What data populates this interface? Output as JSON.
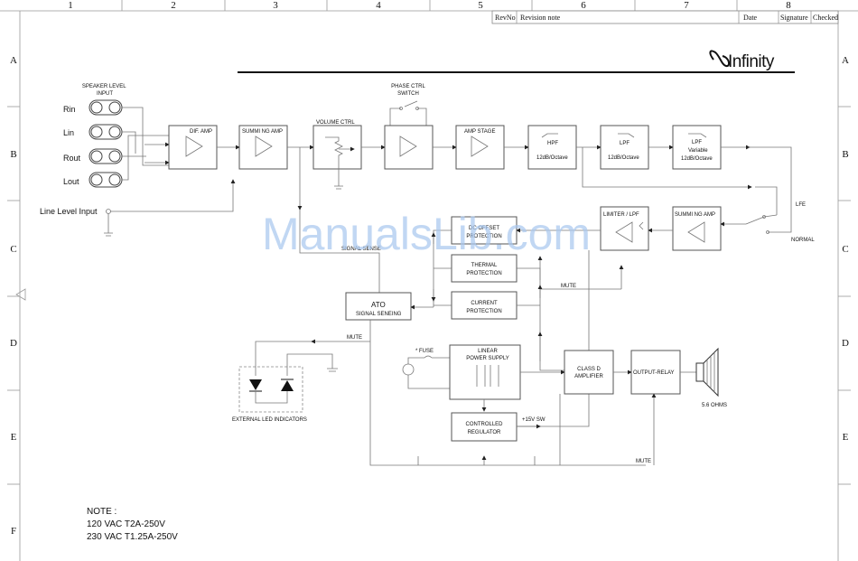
{
  "frame": {
    "col_markers": [
      "1",
      "2",
      "3",
      "4",
      "5",
      "6",
      "7",
      "8"
    ],
    "row_markers": [
      "A",
      "B",
      "C",
      "D",
      "E",
      "F"
    ]
  },
  "title_block": {
    "rev_no": "RevNo",
    "revision_note": "Revision note",
    "date": "Date",
    "signature": "Signature",
    "checked": "Checked"
  },
  "brand": "Infinity",
  "watermark": "ManualsLib.com",
  "inputs": {
    "speaker_level_title": "SPEAKER LEVEL\nINPUT",
    "rin": "Rin",
    "lin": "Lin",
    "rout": "Rout",
    "lout": "Lout",
    "line_level": "Line Level Input"
  },
  "blocks": {
    "dif_amp": "DIF. AMP",
    "summing_amp_1": "SUMMI NG AMP",
    "volume_ctrl": "VOLUME CTRL",
    "phase_ctrl": "PHASE CTRL\nSWITCH",
    "amp_stage": "AMP   STAGE",
    "hpf": "HPF",
    "hpf_slope": "12dB/Octave",
    "lpf": "LPF",
    "lpf_slope": "12dB/Octave",
    "lpf_var_title": "LPF",
    "lpf_var_sub": "Variable",
    "lpf_var_slope": "12dB/Octave",
    "limiter_lpf": "LIMITER  /  LPF",
    "summing_amp_2": "SUMMI NG AMP",
    "lfe": "LFE",
    "normal": "NORMAL",
    "dc_offset": "DC OFFSET\nPROTECTION",
    "thermal": "THERMAL\nPROTECTION",
    "current": "CURRENT\nPROTECTION",
    "signal_sense": "SIGNAL SENSE",
    "ato": "ATO",
    "ato_sub": "SIGNAL SENEING",
    "mute_1": "MUTE",
    "mute_2": "MUTE",
    "mute_3": "MUTE",
    "fuse": "* FUSE",
    "linear_ps": "LINEAR\nPOWER SUPPLY",
    "class_d": "CLASS  D\nAMPLIFIER",
    "output_relay": "OUTPUT-RELAY",
    "ohms": "5.6 OHMS",
    "ctrl_reg": "CONTROLLED\nREGULATOR",
    "v15": "+15V SW",
    "ext_led": "EXTERNAL LED INDICATORS"
  },
  "note": {
    "title": "NOTE :",
    "line1": "120 VAC T2A-250V",
    "line2": "230 VAC T1.25A-250V"
  }
}
